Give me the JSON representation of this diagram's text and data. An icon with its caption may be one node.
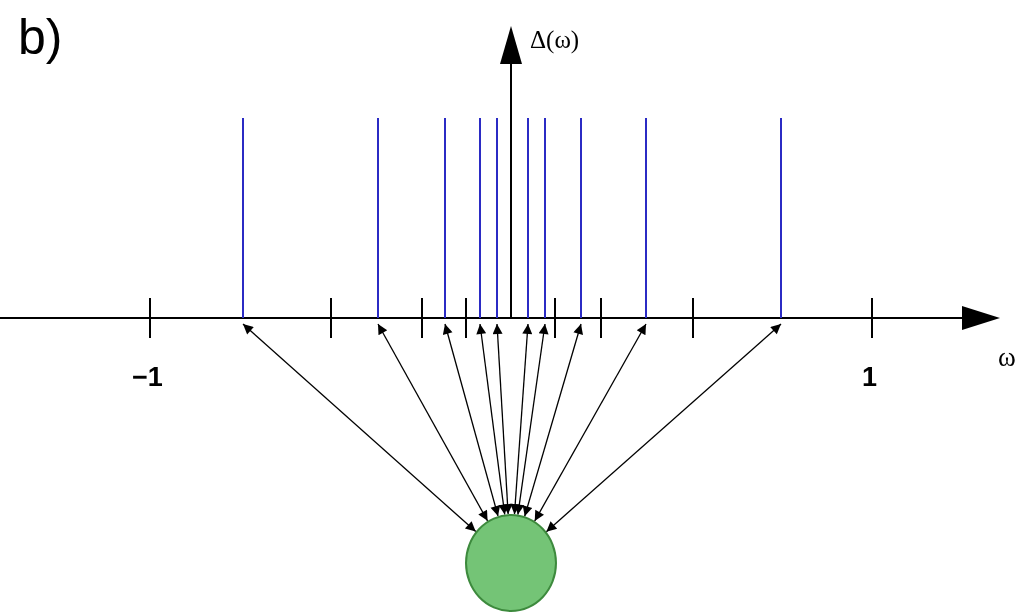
{
  "diagram": {
    "nodes": [
      {
        "text": [],
        "shape": "bar"
      },
      {
        "text": [],
        "shape": "bar"
      },
      {
        "text": [],
        "shape": "bar"
      },
      {
        "text": [],
        "shape": "bar"
      },
      {
        "text": [],
        "shape": "bar"
      },
      {
        "text": [],
        "shape": "bar"
      },
      {
        "text": [],
        "shape": "bar"
      },
      {
        "text": [],
        "shape": "bar"
      },
      {
        "text": [],
        "shape": "bar"
      },
      {
        "text": [],
        "shape": "bar"
      },
      {
        "text": [],
        "shape": "circle"
      }
    ],
    "edges": [
      {
        "from": 0,
        "to": 10,
        "arrow": "both"
      },
      {
        "from": 1,
        "to": 10,
        "arrow": "both"
      },
      {
        "from": 2,
        "to": 10,
        "arrow": "both"
      },
      {
        "from": 3,
        "to": 10,
        "arrow": "both"
      },
      {
        "from": 4,
        "to": 10,
        "arrow": "both"
      },
      {
        "from": 5,
        "to": 10,
        "arrow": "both"
      },
      {
        "from": 6,
        "to": 10,
        "arrow": "both"
      },
      {
        "from": 7,
        "to": 10,
        "arrow": "both"
      },
      {
        "from": 8,
        "to": 10,
        "arrow": "both"
      },
      {
        "from": 9,
        "to": 10,
        "arrow": "both"
      }
    ],
    "labels": [
      "b)",
      "Δ(ω)",
      "ω",
      "−1",
      "1"
    ]
  }
}
